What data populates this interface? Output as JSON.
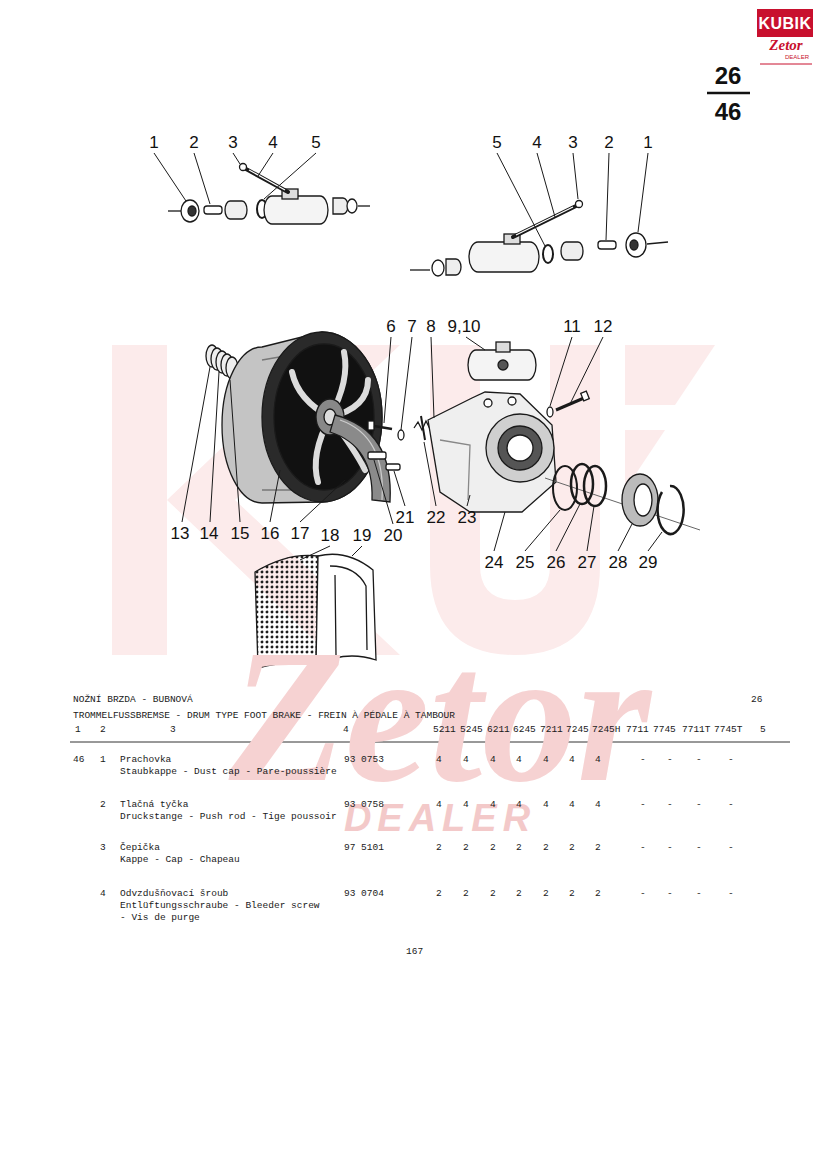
{
  "diagram": {
    "labels": [
      "KUBIK",
      "Zetor",
      "DEALER",
      "26",
      "46",
      "1",
      "2",
      "3",
      "4",
      "5",
      "5",
      "4",
      "3",
      "2",
      "1",
      "6",
      "7",
      "8",
      "9,10",
      "11",
      "12",
      "13",
      "14",
      "15",
      "16",
      "17",
      "18",
      "19",
      "20",
      "21",
      "22",
      "23",
      "24",
      "25",
      "26",
      "27",
      "28",
      "29",
      "Zetor",
      "DEALER",
      "NOŽNÍ BRZDA - BUBNOVÁ",
      "26",
      "TROMMELFUSSBREMSE - DRUM TYPE FOOT BRAKE - FREIN À PÉDALE À TAMBOUR",
      "1",
      "2",
      "3",
      "4",
      "5211",
      "5245",
      "6211",
      "6245",
      "7211",
      "7245",
      "7245H",
      "7711",
      "7745",
      "7711T",
      "7745T",
      "5",
      "46",
      "1",
      "Prachovka",
      "Staubkappe - Dust cap - Pare-poussière",
      "93 0753",
      "4",
      "4",
      "4",
      "4",
      "4",
      "4",
      "4",
      "-",
      "-",
      "-",
      "-",
      "2",
      "Tlačná tyčka",
      "Druckstange - Push rod - Tige poussoir",
      "93 0758",
      "4",
      "4",
      "4",
      "4",
      "4",
      "4",
      "4",
      "-",
      "-",
      "-",
      "-",
      "3",
      "Čepička",
      "Kappe - Cap - Chapeau",
      "97 5101",
      "2",
      "2",
      "2",
      "2",
      "2",
      "2",
      "2",
      "-",
      "-",
      "-",
      "-",
      "4",
      "Odvzdušňovací šroub",
      "Entlüftungsschraube - Bleeder screw - Vis de purge",
      "93 0704",
      "2",
      "2",
      "2",
      "2",
      "2",
      "2",
      "2",
      "-",
      "-",
      "-",
      "-",
      "167"
    ]
  }
}
